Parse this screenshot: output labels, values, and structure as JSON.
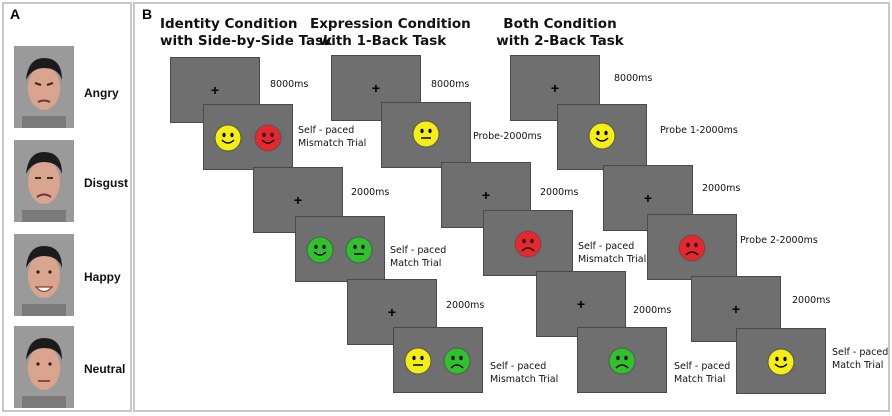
{
  "panel_a": {
    "letter": "A",
    "faces": [
      {
        "label": "Angry",
        "expression": "angry"
      },
      {
        "label": "Disgust",
        "expression": "disgust"
      },
      {
        "label": "Happy",
        "expression": "happy"
      },
      {
        "label": "Neutral",
        "expression": "neutral"
      }
    ]
  },
  "panel_b": {
    "letter": "B",
    "columns": [
      {
        "title_line1": "Identity Condition",
        "title_line2": "with Side-by-Side Task"
      },
      {
        "title_line1": "Expression Condition",
        "title_line2": "with 1-Back Task"
      },
      {
        "title_line1": "Both Condition",
        "title_line2": "with 2-Back Task"
      }
    ],
    "fixation_symbol": "+",
    "identity": {
      "labels": [
        "8000ms",
        "Self - paced",
        "Mismatch  Trial",
        "2000ms",
        "Self - paced",
        "Match  Trial",
        "2000ms",
        "Self - paced",
        "Mismatch  Trial"
      ]
    },
    "expression": {
      "labels": [
        "8000ms",
        "Probe-2000ms",
        "2000ms",
        "Self - paced",
        "Mismatch Trial",
        "2000ms",
        "Self - paced",
        "Match  Trial"
      ]
    },
    "both": {
      "labels": [
        "8000ms",
        "Probe 1-2000ms",
        "2000ms",
        "Probe 2-2000ms",
        "2000ms",
        "Self - paced",
        "Match  Trial"
      ]
    },
    "colors": {
      "yellow": "#f5ee12",
      "red": "#e8262b",
      "green": "#2fc22d",
      "screen": "#6f6f6f"
    }
  }
}
